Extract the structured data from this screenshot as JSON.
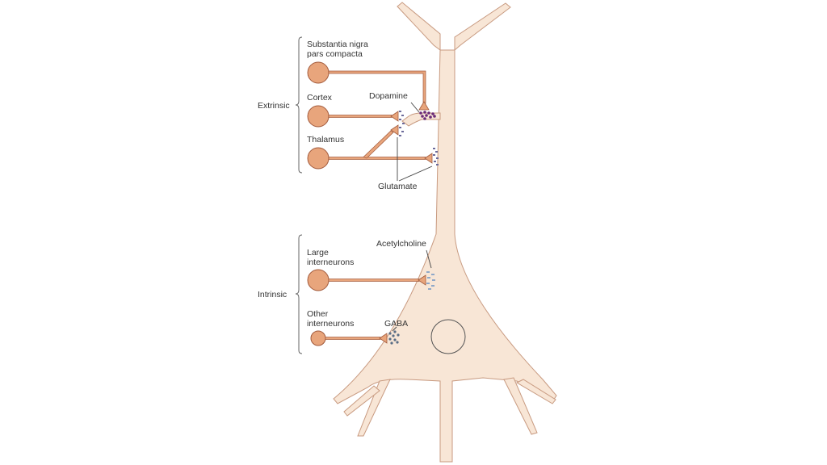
{
  "colors": {
    "neuron_fill": "#f8e6d6",
    "neuron_stroke": "#c89a80",
    "input_cell": "#e8a57c",
    "input_stroke": "#a25a3c",
    "dopamine": "#6a2a78",
    "glutamate": "#6b6a9a",
    "acetylcholine": "#8fa8c8",
    "gaba": "#5a6e86"
  },
  "groups": {
    "extrinsic": "Extrinsic",
    "intrinsic": "Intrinsic"
  },
  "inputs": {
    "substantia_nigra": [
      "Substantia nigra",
      "pars compacta"
    ],
    "cortex": "Cortex",
    "thalamus": "Thalamus",
    "large_interneurons": [
      "Large",
      "interneurons"
    ],
    "other_interneurons": [
      "Other",
      "interneurons"
    ]
  },
  "transmitters": {
    "dopamine": "Dopamine",
    "glutamate": "Glutamate",
    "acetylcholine": "Acetylcholine",
    "gaba": "GABA"
  }
}
